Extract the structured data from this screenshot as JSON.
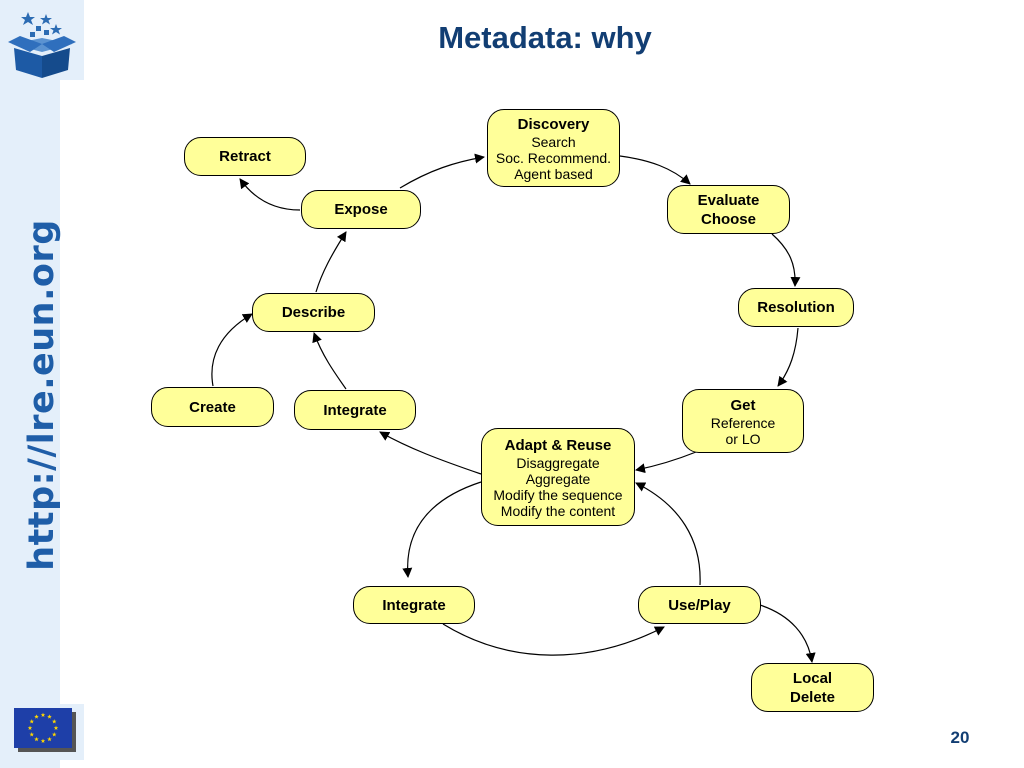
{
  "slide": {
    "title": "Metadata: why",
    "page_number": "20",
    "url": "http://lre.eun.org"
  },
  "icons": {
    "logo": "box-with-stars-icon",
    "flag": "eu-flag-icon"
  },
  "nodes": {
    "discovery": {
      "label": "Discovery",
      "lines": [
        "Search",
        "Soc. Recommend.",
        "Agent based"
      ]
    },
    "evaluate_choose": {
      "label": "Evaluate\nChoose"
    },
    "resolution": {
      "label": "Resolution"
    },
    "get": {
      "label": "Get",
      "lines": [
        "Reference",
        "or LO"
      ]
    },
    "adapt_reuse": {
      "label": "Adapt & Reuse",
      "lines": [
        "Disaggregate",
        "Aggregate",
        "Modify the sequence",
        "Modify the content"
      ]
    },
    "integrate_upper": {
      "label": "Integrate"
    },
    "describe": {
      "label": "Describe"
    },
    "create": {
      "label": "Create"
    },
    "expose": {
      "label": "Expose"
    },
    "retract": {
      "label": "Retract"
    },
    "integrate_lower": {
      "label": "Integrate"
    },
    "use_play": {
      "label": "Use/Play"
    },
    "local_delete": {
      "label": "Local\nDelete"
    }
  },
  "colors": {
    "node_fill": "#ffff99",
    "title": "#123e73",
    "url": "#1f5ea8",
    "sidebar": "#e4effa"
  }
}
